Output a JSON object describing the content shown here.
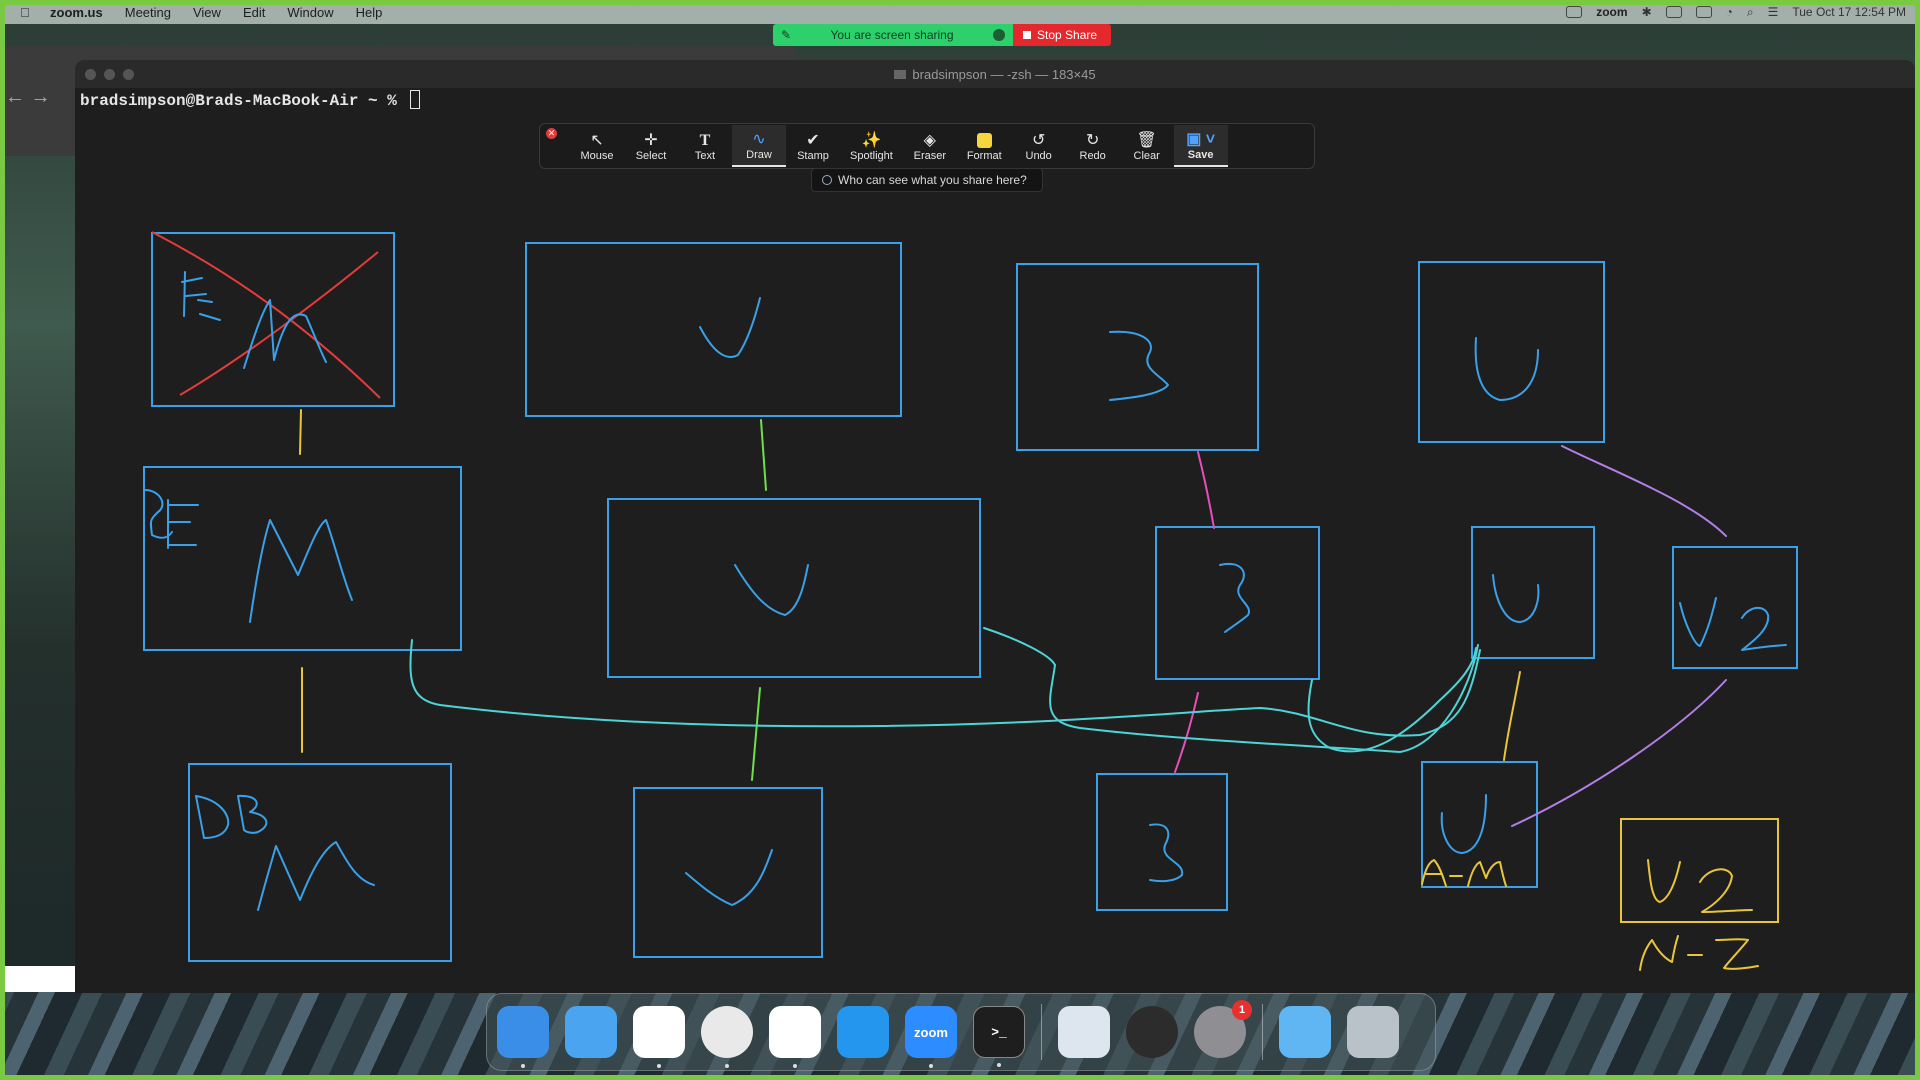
{
  "menubar": {
    "app_name": "zoom.us",
    "items": [
      "Meeting",
      "View",
      "Edit",
      "Window",
      "Help"
    ],
    "status_app": "zoom",
    "datetime": "Tue Oct 17  12:54 PM"
  },
  "share_banner": {
    "status": "You are screen sharing",
    "stop_label": "Stop Share"
  },
  "terminal": {
    "title": "bradsimpson — -zsh — 183×45",
    "prompt": "bradsimpson@Brads-MacBook-Air ~ % "
  },
  "annotation_toolbar": {
    "tools": [
      {
        "label": "Mouse",
        "icon": "arrow-pointer-icon"
      },
      {
        "label": "Select",
        "icon": "move-icon"
      },
      {
        "label": "Text",
        "icon": "text-icon"
      },
      {
        "label": "Draw",
        "icon": "squiggle-icon",
        "active": true
      },
      {
        "label": "Stamp",
        "icon": "checkmark-icon"
      },
      {
        "label": "Spotlight",
        "icon": "wand-icon"
      },
      {
        "label": "Eraser",
        "icon": "eraser-icon"
      },
      {
        "label": "Format",
        "icon": "color-swatch-icon",
        "color": "#f5d63c"
      },
      {
        "label": "Undo",
        "icon": "undo-icon"
      },
      {
        "label": "Redo",
        "icon": "redo-icon"
      },
      {
        "label": "Clear",
        "icon": "trash-icon"
      },
      {
        "label": "Save",
        "icon": "save-image-icon"
      }
    ],
    "who_can_see": "Who can see what you share here?"
  },
  "drawing": {
    "box_color": "#3aa0e8",
    "handwriting": {
      "fe": "FE",
      "be": "BE",
      "db": "DB",
      "a_m": "A-M",
      "u2_blue": "U2",
      "u2_yellow": "U2",
      "n_z": "N-Z"
    }
  },
  "dock": {
    "apps": [
      {
        "name": "finder-icon",
        "label": "",
        "color": "#3b8ee8"
      },
      {
        "name": "mail-icon",
        "label": "",
        "color": "#4aa4ef"
      },
      {
        "name": "slack-icon",
        "label": "",
        "color": "#ffffff"
      },
      {
        "name": "chrome-icon",
        "label": "",
        "color": "#e9e9e9"
      },
      {
        "name": "vscode-icon",
        "label": "",
        "color": "#ffffff"
      },
      {
        "name": "docker-icon",
        "label": "",
        "color": "#2496ed"
      },
      {
        "name": "zoom-icon",
        "label": "zoom",
        "color": "#2d8cff"
      },
      {
        "name": "terminal-icon",
        "label": ">_",
        "color": "#1e1e1e"
      },
      {
        "name": "preview-icon",
        "label": "",
        "color": "#dde6ee"
      },
      {
        "name": "quicktime-icon",
        "label": "",
        "color": "#2c2c2c"
      },
      {
        "name": "system-settings-icon",
        "label": "",
        "color": "#8e8e93",
        "badge": "1"
      },
      {
        "name": "downloads-folder-icon",
        "label": "",
        "color": "#5fb6f2"
      },
      {
        "name": "trash-icon",
        "label": "",
        "color": "#b9c2c8"
      }
    ]
  }
}
